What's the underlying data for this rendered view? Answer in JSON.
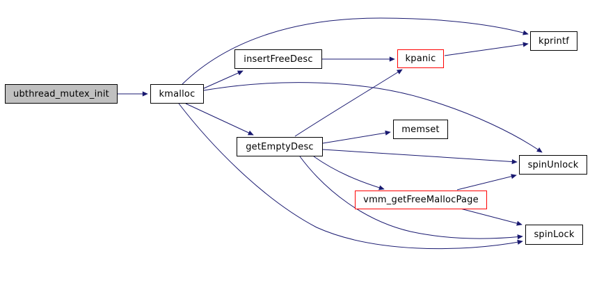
{
  "graph": {
    "root": "ubthread_mutex_init",
    "colors": {
      "edge": "#191970",
      "node_border": "#000000",
      "node_fill": "#ffffff",
      "root_fill": "#c0c0c0",
      "highlight_border": "#ff0000"
    },
    "nodes": [
      {
        "id": "ubthread_mutex_init",
        "label": "ubthread_mutex_init",
        "type": "root"
      },
      {
        "id": "kmalloc",
        "label": "kmalloc",
        "type": "normal"
      },
      {
        "id": "insertFreeDesc",
        "label": "insertFreeDesc",
        "type": "normal"
      },
      {
        "id": "kpanic",
        "label": "kpanic",
        "type": "highlight"
      },
      {
        "id": "kprintf",
        "label": "kprintf",
        "type": "normal"
      },
      {
        "id": "getEmptyDesc",
        "label": "getEmptyDesc",
        "type": "normal"
      },
      {
        "id": "memset",
        "label": "memset",
        "type": "normal"
      },
      {
        "id": "spinUnlock",
        "label": "spinUnlock",
        "type": "normal"
      },
      {
        "id": "vmm_getFreeMallocPage",
        "label": "vmm_getFreeMallocPage",
        "type": "highlight"
      },
      {
        "id": "spinLock",
        "label": "spinLock",
        "type": "normal"
      }
    ],
    "edges": [
      {
        "from": "ubthread_mutex_init",
        "to": "kmalloc"
      },
      {
        "from": "kmalloc",
        "to": "insertFreeDesc"
      },
      {
        "from": "kmalloc",
        "to": "kprintf"
      },
      {
        "from": "kmalloc",
        "to": "spinUnlock"
      },
      {
        "from": "kmalloc",
        "to": "getEmptyDesc"
      },
      {
        "from": "kmalloc",
        "to": "spinLock"
      },
      {
        "from": "insertFreeDesc",
        "to": "kpanic"
      },
      {
        "from": "kpanic",
        "to": "kprintf"
      },
      {
        "from": "getEmptyDesc",
        "to": "kpanic"
      },
      {
        "from": "getEmptyDesc",
        "to": "memset"
      },
      {
        "from": "getEmptyDesc",
        "to": "spinUnlock"
      },
      {
        "from": "getEmptyDesc",
        "to": "vmm_getFreeMallocPage"
      },
      {
        "from": "getEmptyDesc",
        "to": "spinLock"
      },
      {
        "from": "vmm_getFreeMallocPage",
        "to": "spinUnlock"
      },
      {
        "from": "vmm_getFreeMallocPage",
        "to": "spinLock"
      }
    ]
  }
}
